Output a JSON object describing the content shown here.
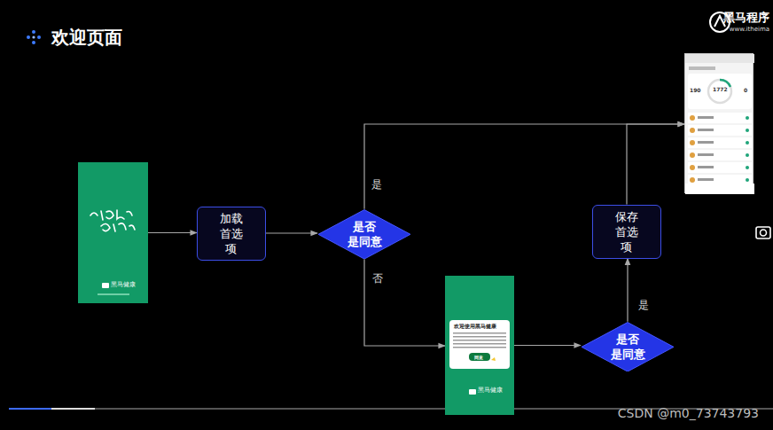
{
  "diagram": {
    "title": "欢迎页面",
    "nodes": [
      {
        "text": [
          "黑马健康"
        ]
      },
      {
        "text": [
          "加载 首选项"
        ]
      },
      {
        "text": [
          "是否 是同意"
        ]
      },
      {
        "text": [
          "190",
          "1772",
          "0"
        ]
      },
      {
        "text": [
          "欢迎使用黑马健康",
          "同意",
          "黑马健康"
        ]
      },
      {
        "text": [
          "是否 是同意"
        ]
      },
      {
        "text": [
          "保存 首选项"
        ]
      }
    ],
    "edges": [
      {
        "from": 0,
        "to": 1,
        "arrow": "to"
      },
      {
        "from": 1,
        "to": 2,
        "arrow": "to"
      },
      {
        "from": 2,
        "to": 3,
        "label": "是",
        "arrow": "to"
      },
      {
        "from": 2,
        "to": 4,
        "label": "否",
        "arrow": "to"
      },
      {
        "from": 4,
        "to": 5,
        "arrow": "to"
      },
      {
        "from": 5,
        "to": 6,
        "label": "是",
        "arrow": "to"
      },
      {
        "from": 6,
        "to": 3,
        "arrow": "to"
      }
    ],
    "labels": [
      "黑马程序",
      "www.itheima",
      "CSDN @m0_73743793"
    ]
  }
}
